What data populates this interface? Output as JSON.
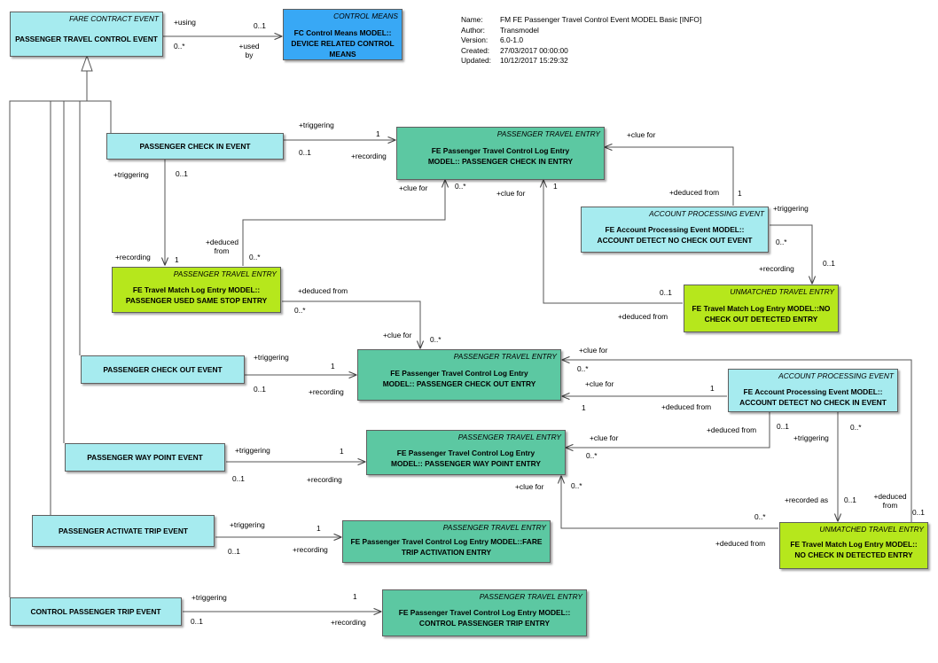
{
  "header": {
    "fields": [
      {
        "key": "Name:",
        "value": "FM FE Passenger Travel Control Event MODEL Basic [INFO]"
      },
      {
        "key": "Author:",
        "value": "Transmodel"
      },
      {
        "key": "Version:",
        "value": "6.0-1.0"
      },
      {
        "key": "Created:",
        "value": "27/03/2017 00:00:00"
      },
      {
        "key": "Updated:",
        "value": "10/12/2017 15:29:32"
      }
    ]
  },
  "elements": {
    "ptce": {
      "stereotype": "FARE CONTRACT EVENT",
      "name": "PASSENGER TRAVEL CONTROL EVENT"
    },
    "cm": {
      "stereotype": "CONTROL MEANS",
      "name": "FC Control Means MODEL:: DEVICE RELATED CONTROL MEANS"
    },
    "checkin_ev": {
      "stereotype": "",
      "name": "PASSENGER CHECK IN EVENT"
    },
    "checkin_entry": {
      "stereotype": "PASSENGER TRAVEL ENTRY",
      "name": "FE Passenger Travel Control Log Entry MODEL:: PASSENGER CHECK IN ENTRY"
    },
    "acc_nco": {
      "stereotype": "ACCOUNT PROCESSING EVENT",
      "name": "FE Account Processing Event MODEL:: ACCOUNT DETECT NO CHECK OUT EVENT"
    },
    "same_stop": {
      "stereotype": "PASSENGER TRAVEL ENTRY",
      "name": "FE Travel Match Log Entry MODEL:: PASSENGER USED SAME STOP ENTRY"
    },
    "nco_detected": {
      "stereotype": "UNMATCHED TRAVEL ENTRY",
      "name": "FE Travel Match Log Entry MODEL::NO CHECK OUT DETECTED ENTRY"
    },
    "checkout_ev": {
      "stereotype": "",
      "name": "PASSENGER CHECK OUT EVENT"
    },
    "checkout_entry": {
      "stereotype": "PASSENGER TRAVEL ENTRY",
      "name": "FE Passenger Travel Control Log Entry MODEL:: PASSENGER CHECK OUT ENTRY"
    },
    "acc_nci": {
      "stereotype": "ACCOUNT PROCESSING EVENT",
      "name": "FE Account Processing Event MODEL:: ACCOUNT DETECT NO CHECK IN EVENT"
    },
    "waypoint_ev": {
      "stereotype": "",
      "name": "PASSENGER WAY POINT EVENT"
    },
    "waypoint_entry": {
      "stereotype": "PASSENGER TRAVEL ENTRY",
      "name": "FE Passenger Travel Control Log Entry MODEL:: PASSENGER WAY POINT ENTRY"
    },
    "activate_ev": {
      "stereotype": "",
      "name": "PASSENGER ACTIVATE TRIP EVENT"
    },
    "activate_entry": {
      "stereotype": "PASSENGER TRAVEL ENTRY",
      "name": "FE Passenger Travel Control Log Entry MODEL::FARE TRIP ACTIVATION ENTRY"
    },
    "nci_detected": {
      "stereotype": "UNMATCHED TRAVEL ENTRY",
      "name": "FE Travel Match Log Entry MODEL:: NO CHECK IN DETECTED ENTRY"
    },
    "control_ev": {
      "stereotype": "",
      "name": "CONTROL PASSENGER TRIP EVENT"
    },
    "control_entry": {
      "stereotype": "PASSENGER TRAVEL ENTRY",
      "name": "FE Passenger Travel Control Log Entry MODEL:: CONTROL PASSENGER TRIP ENTRY"
    }
  },
  "labels": [
    "+using",
    "0..1",
    "0..*",
    "+used by",
    "+triggering",
    "1",
    "0..1",
    "+recording",
    "+clue for",
    "+deduced from",
    "1",
    "+triggering",
    "0..1",
    "+clue for",
    "0..*",
    "+clue for",
    "1",
    "+triggering",
    "0..*",
    "+recording",
    "0..1",
    "+deduced from",
    "0..*",
    "+recording",
    "1",
    "+deduced from",
    "0..*",
    "0..1",
    "+deduced from",
    "+clue for",
    "0..*",
    "+triggering",
    "1",
    "0..1",
    "+recording",
    "+clue for",
    "0..*",
    "+clue for",
    "1",
    "1",
    "+deduced from",
    "+deduced from",
    "0..1",
    "+triggering",
    "0..*",
    "+triggering",
    "1",
    "0..1",
    "+recording",
    "+clue for",
    "0..*",
    "+clue for",
    "0..*",
    "+recorded as",
    "0..1",
    "+deduced from",
    "0..1",
    "+triggering",
    "1",
    "0..1",
    "+recording",
    "0..*",
    "+deduced from",
    "+triggering",
    "1",
    "0..1",
    "+recording"
  ]
}
